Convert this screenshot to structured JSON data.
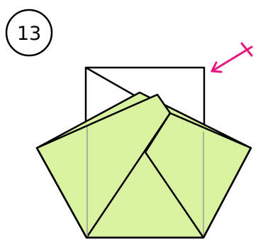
{
  "step": {
    "number": "13"
  },
  "colors": {
    "paper_front": "#d9f2a0",
    "paper_back": "#ffffff",
    "outline": "#000000",
    "crease": "#9a9a9a",
    "arrow": "#e8177e"
  },
  "icons": {
    "step_marker": "circled-number",
    "fold_arrow": "mountain-fold-arrow"
  }
}
